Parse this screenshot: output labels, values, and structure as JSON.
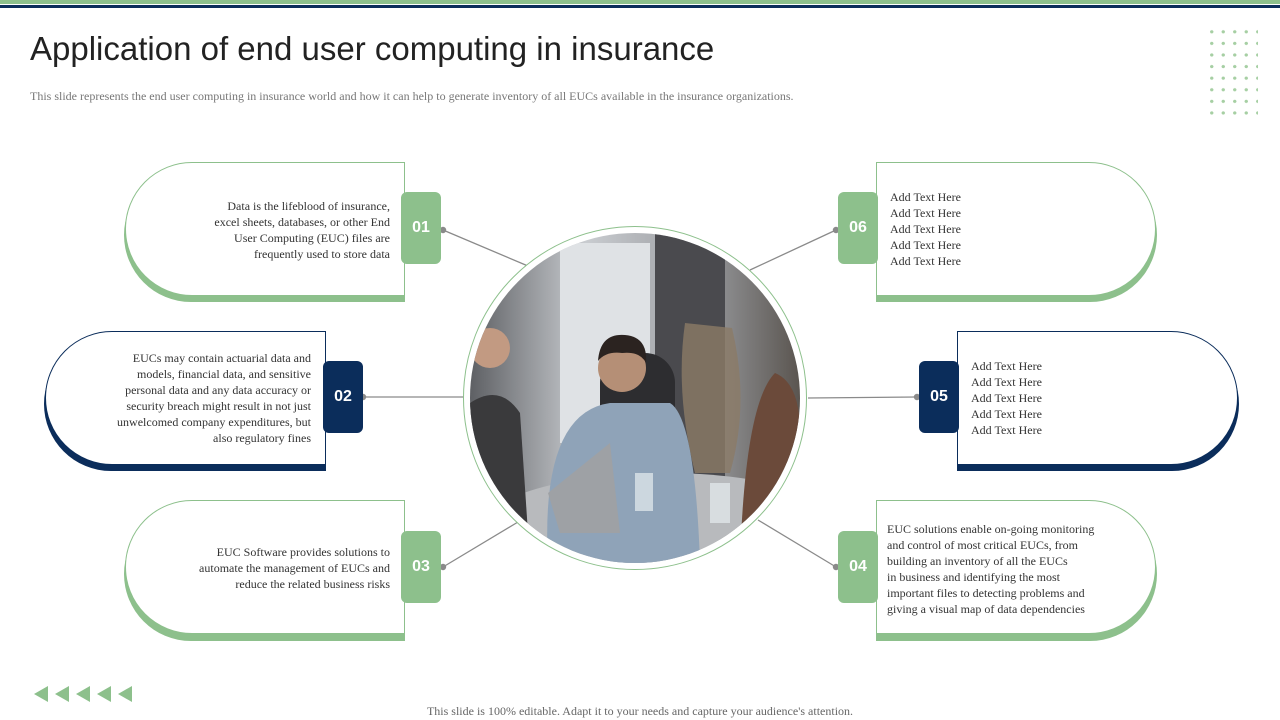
{
  "title": "Application of end user computing in insurance",
  "subtitle": "This slide represents the end user computing in insurance world and how it can help to generate inventory of all EUCs  available in the insurance organizations.",
  "colors": {
    "green": "#8dc08c",
    "navy": "#0b2d5b"
  },
  "items": [
    {
      "number": "01",
      "lines": [
        "Data is the lifeblood  of insurance,",
        "excel  sheets, databases, or other End",
        "User Computing (EUC)  files are",
        "frequently used to store data"
      ]
    },
    {
      "number": "02",
      "lines": [
        "EUCs may contain actuarial data and",
        "models, financial data, and sensitive",
        "personal data and any data accuracy or",
        "security breach might result in not just",
        "unwelcomed company expenditures, but",
        "also regulatory fines"
      ]
    },
    {
      "number": "03",
      "lines": [
        "EUC Software provides solutions to",
        "automate the management  of EUCs and",
        "reduce the related business risks"
      ]
    },
    {
      "number": "04",
      "lines": [
        "EUC   solutions enable on-going monitoring",
        "and control of most critical  EUCs,  from",
        "building  an inventory of all the EUCs",
        "in business and identifying the most",
        "important files to detecting problems and",
        "giving  a visual map of data dependencies"
      ]
    },
    {
      "number": "05",
      "lines": [
        "Add Text  Here",
        "Add Text  Here",
        "Add Text  Here",
        "Add Text  Here",
        "Add Text  Here"
      ]
    },
    {
      "number": "06",
      "lines": [
        "Add Text  Here",
        "Add Text  Here",
        "Add Text  Here",
        "Add Text  Here",
        "Add Text  Here"
      ]
    }
  ],
  "image": {
    "icon": "meeting-photo"
  },
  "footer": "This slide is 100% editable.  Adapt it to your needs and capture your audience's  attention."
}
